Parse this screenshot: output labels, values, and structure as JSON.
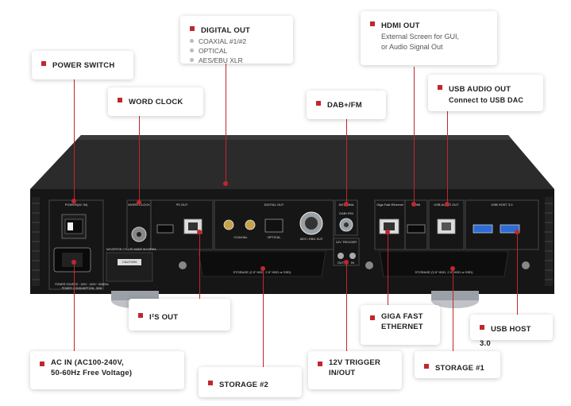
{
  "callouts": {
    "power_switch": "POWER SWITCH",
    "word_clock": "WORD CLOCK",
    "digital_out": {
      "title": "DIGITAL OUT",
      "items": [
        "COAXIAL #1/#2",
        "OPTICAL",
        "AES/EBU XLR"
      ]
    },
    "dab_fm": "DAB+/FM",
    "hdmi_out": {
      "title": "HDMI OUT",
      "lines": [
        "External Screen for GUI,",
        "or Audio Signal Out"
      ]
    },
    "usb_audio_out": {
      "title": "USB AUDIO OUT",
      "sub": "Connect to USB DAC"
    },
    "i2s_out": "I²S OUT",
    "giga_ethernet": {
      "line1": "GIGA FAST",
      "line2": "ETHERNET"
    },
    "usb_host": "USB HOST 3.0",
    "ac_in": {
      "line1": "AC IN (AC100-240V,",
      "line2": "50-60Hz Free Voltage)"
    },
    "trigger": {
      "line1": "12V TRIGGER",
      "line2": "IN/OUT"
    },
    "storage1": "STORAGE #1",
    "storage2": "STORAGE #2"
  },
  "panel": {
    "power_label": "POWER(AC IN)",
    "word_clock_label": "WORD CLOCK",
    "i2s_label": "I²S OUT",
    "digital_out_label": "DIGITAL OUT",
    "coaxial_label": "COAXIAL",
    "optical_label": "OPTICAL",
    "aes_label": "AES / EBU XLR",
    "antenna_label": "ANTENNA",
    "dab_label": "DAB+/FM",
    "trigger_label": "12V TRIGGER",
    "trigger_out": "OUT",
    "trigger_in": "IN",
    "ethernet_label": "Giga Fast Ethernet",
    "hdmi_label": "HDMI",
    "usb_audio_label": "USB AUDIO OUT",
    "usb_host_label": "USB HOST 3.0",
    "maker": "NOVATRON CO.,LTD   MADE IN KOREA",
    "caution": "CAUTION",
    "power_source": "POWER SOURCE : 100V - 240V~ 50/60Hz",
    "power_consumption": "POWER CONSUMPTION : 50W",
    "storage_left": "STORAGE (2.5\" HDD, 2.5\" HDD or SSD)",
    "storage_right": "STORAGE (3.5\" HDD, 2.5\" HDD or SSD)"
  }
}
